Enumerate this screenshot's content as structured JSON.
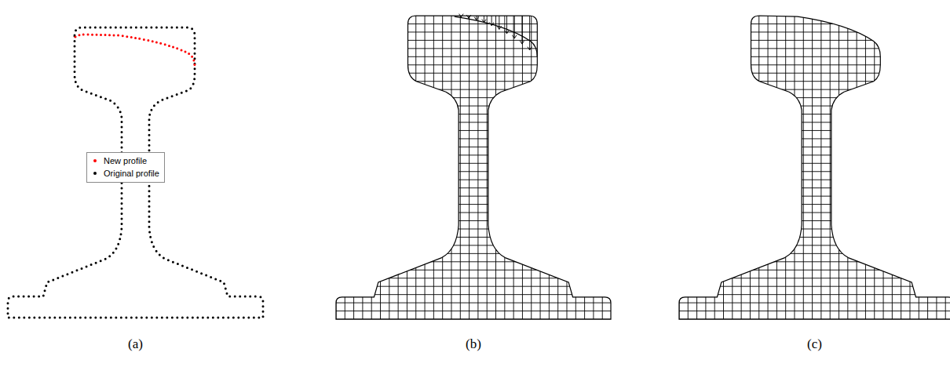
{
  "diagram": {
    "labels": [
      "(a)",
      "(b)",
      "(c)"
    ],
    "legend": [
      {
        "text": "New profile",
        "color": "#ff0000"
      },
      {
        "text": "Original profile",
        "color": "#000000"
      }
    ]
  }
}
